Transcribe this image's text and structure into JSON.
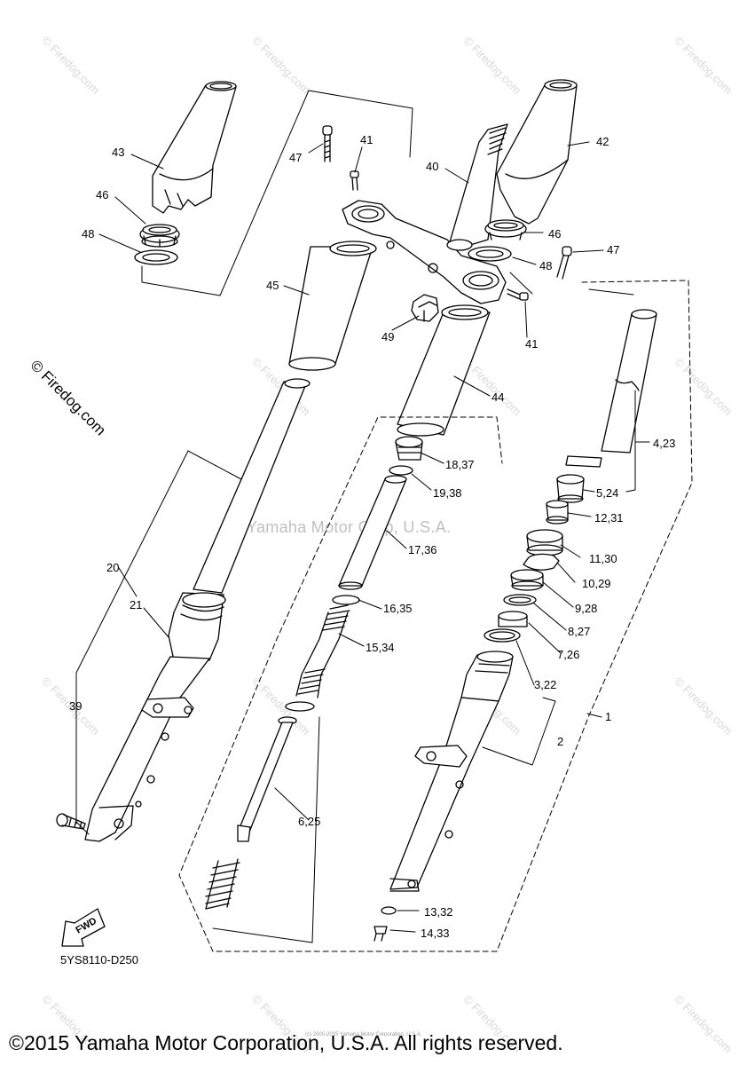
{
  "watermark": {
    "small_text": "© Firedog.com",
    "left_text": "© Firedog.com",
    "center_text": "Yamaha Motor Corp, U.S.A."
  },
  "diagram_code": "5YS8110-D250",
  "fwd_label": "FWD",
  "small_copyright": "(c) 2000-2015 Yamaha Motor Corporation, U.S.A.",
  "footer": "©2015 Yamaha Motor Corporation, U.S.A. All rights reserved.",
  "callouts": {
    "c43": "43",
    "c47a": "47",
    "c41a": "41",
    "c40": "40",
    "c42": "42",
    "c46a": "46",
    "c48a": "48",
    "c46b": "46",
    "c48b": "48",
    "c47b": "47",
    "c45": "45",
    "c49": "49",
    "c41b": "41",
    "c44": "44",
    "c18": "18,37",
    "c19": "19,38",
    "c17": "17,36",
    "c16": "16,35",
    "c15": "15,34",
    "c4": "4,23",
    "c5": "5,24",
    "c12": "12,31",
    "c11": "11,30",
    "c10": "10,29",
    "c9": "9,28",
    "c8": "8,27",
    "c7": "7,26",
    "c3": "3,22",
    "c1": "1",
    "c2": "2",
    "c20": "20",
    "c21": "21",
    "c39": "39",
    "c6": "6,25",
    "c13": "13,32",
    "c14": "14,33"
  }
}
